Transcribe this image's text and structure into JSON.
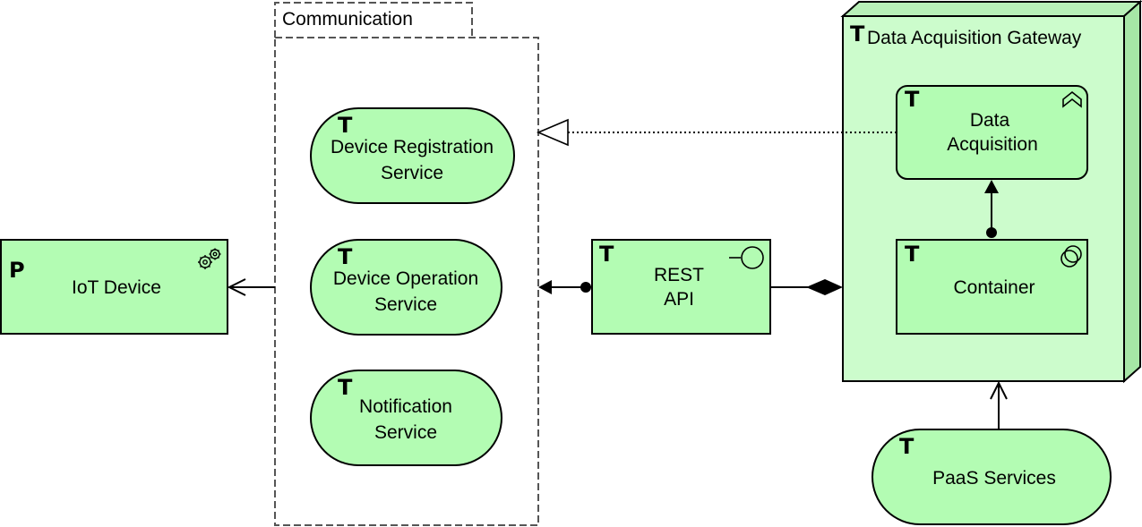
{
  "colors": {
    "element_fill": "#b3fcb3",
    "node_fill": "#ccfccc",
    "stroke": "#000000",
    "group_stroke": "#555555"
  },
  "group": {
    "label": "Communication"
  },
  "node": {
    "label": "Data Acquisition Gateway",
    "marker": "T"
  },
  "elements": {
    "iot_device": {
      "label": "IoT Device",
      "marker": "P",
      "icon": "gears-icon"
    },
    "device_registration": {
      "line1": "Device Registration",
      "line2": "Service",
      "marker": "T"
    },
    "device_operation": {
      "line1": "Device Operation",
      "line2": "Service",
      "marker": "T"
    },
    "notification": {
      "line1": "Notification",
      "line2": "Service",
      "marker": "T"
    },
    "rest_api": {
      "line1": "REST",
      "line2": "API",
      "marker": "T",
      "icon": "interface-lollipop-icon"
    },
    "data_acquisition": {
      "line1": "Data",
      "line2": "Acquisition",
      "marker": "T",
      "icon": "function-chevron-icon"
    },
    "container": {
      "label": "Container",
      "marker": "T",
      "icon": "collaboration-circles-icon"
    },
    "paas": {
      "label": "PaaS Services",
      "marker": "T"
    }
  }
}
